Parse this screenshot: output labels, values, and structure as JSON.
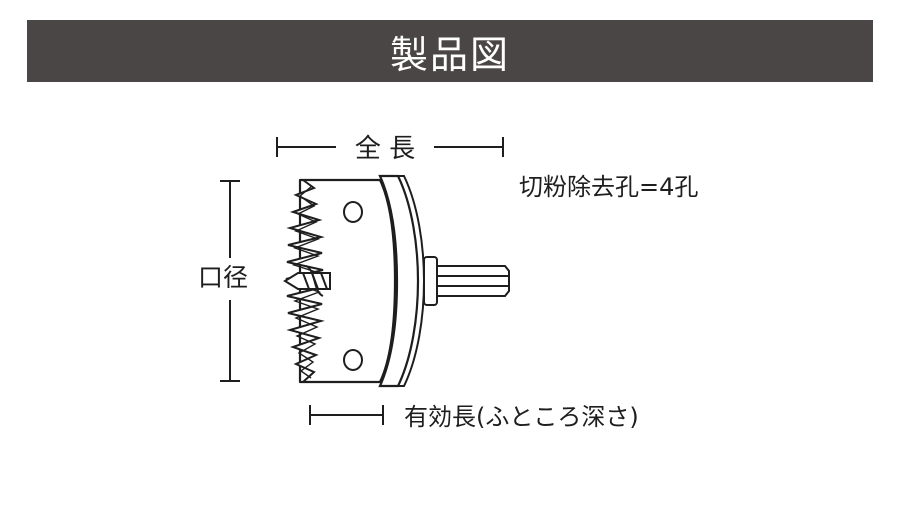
{
  "header": {
    "title": "製品図"
  },
  "diagram": {
    "labels": {
      "total_length": "全 長",
      "hole_diameter": "口径",
      "chip_removal": "切粉除去孔=4孔",
      "effective_length": "有効長(ふところ深さ)"
    }
  },
  "colors": {
    "title_bar": "#4a4645",
    "title_text": "#ffffff",
    "line": "#1e1e1e"
  }
}
